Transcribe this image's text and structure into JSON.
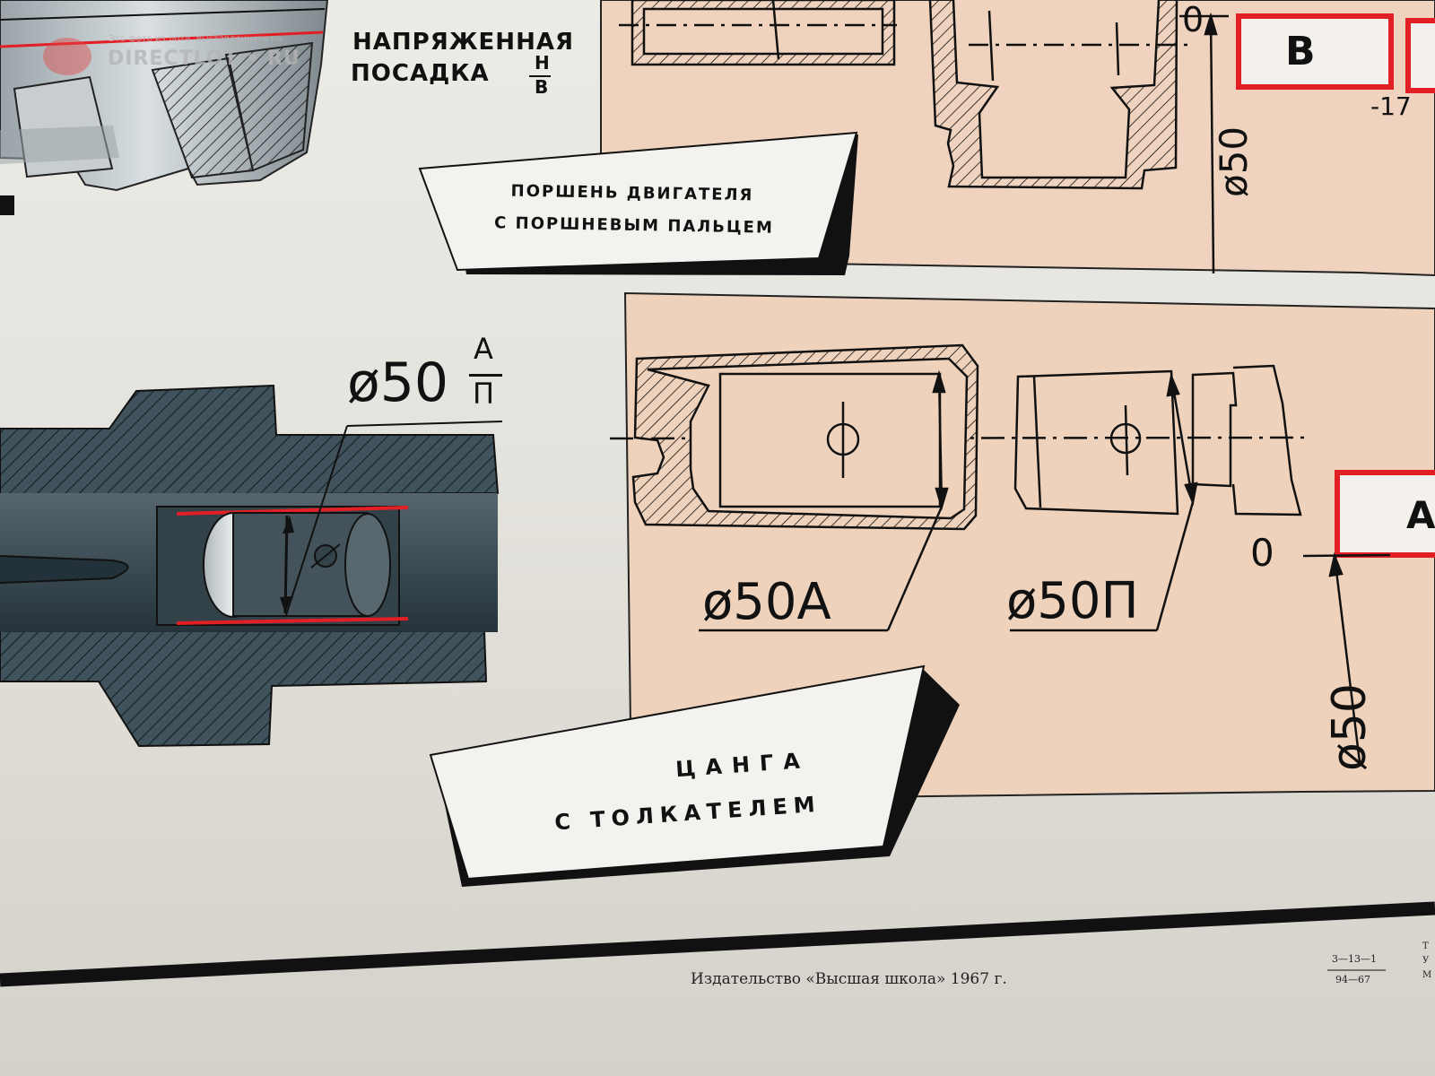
{
  "watermark": {
    "caption": "Это фото из лота, выставленного на",
    "brand": "DIRECTLOT • RU"
  },
  "top_left_note": {
    "line1": "НАПРЯЖЕННАЯ",
    "line2": "ПОСАДКА",
    "fraction_top": "Н",
    "fraction_bottom": "В"
  },
  "piston_label": {
    "line1": "ПОРШЕНЬ ДВИГАТЕЛЯ",
    "line2": "С ПОРШНЕВЫМ ПАЛЬЦЕМ"
  },
  "top_right": {
    "box_letter": "В",
    "deviation": "-17",
    "zero": "0",
    "diameter": "ø50"
  },
  "middle_left": {
    "diameter": "ø50",
    "fraction_top": "А",
    "fraction_bottom": "П"
  },
  "middle_right": {
    "hole_label": "ø50А",
    "shaft_label": "ø50П",
    "box_letter": "А",
    "zero": "0",
    "diameter": "ø50"
  },
  "collet_label": {
    "line1": "ЦАНГА",
    "line2": "С ТОЛКАТЕЛЕМ"
  },
  "footer": {
    "publisher": "Издательство «Высшая школа» 1967 г.",
    "code_top": "3—13—1",
    "code_bottom": "94—67",
    "right_cut_1": "Т",
    "right_cut_2": "У",
    "right_cut_3": "М"
  },
  "colors": {
    "paper": "#e6e4de",
    "panel": "#efd2bb",
    "ink": "#111111",
    "red": "#e31f26",
    "steel": "#3b4c55"
  }
}
